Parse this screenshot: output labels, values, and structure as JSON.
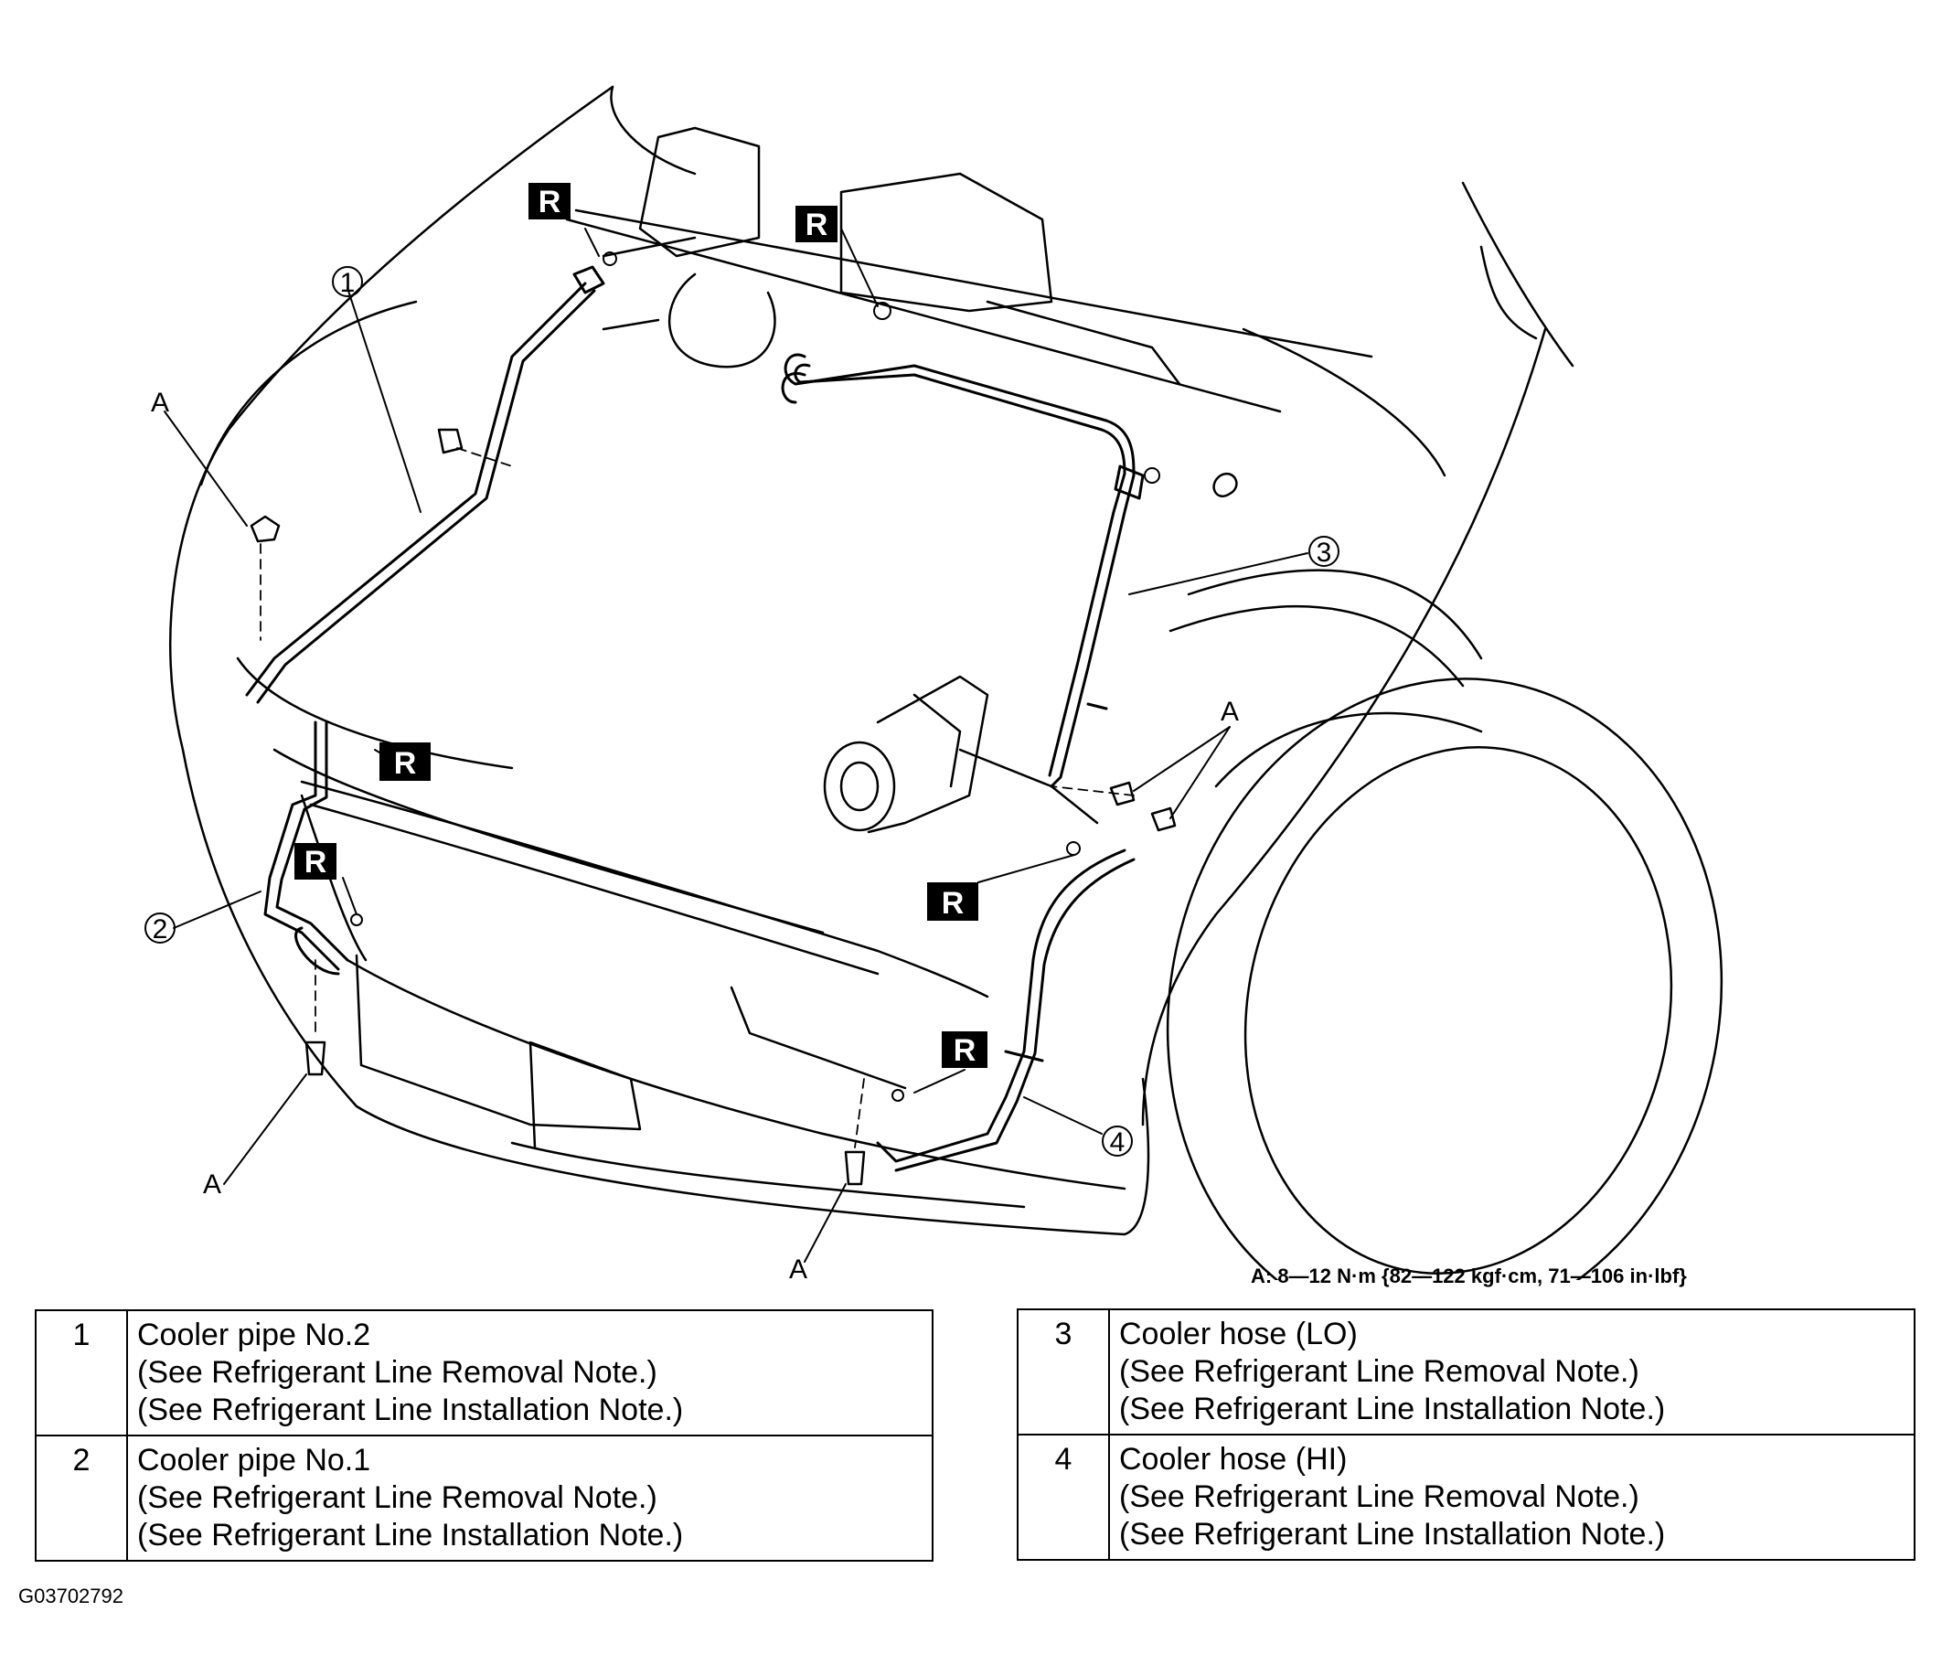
{
  "diagram": {
    "callouts": [
      "1",
      "2",
      "3",
      "4"
    ],
    "fastener_label": "A",
    "replace_mark": "R"
  },
  "torque_note": "A: 8—12 N·m {82—122 kgf·cm, 71—106 in·lbf}",
  "parts_left": [
    {
      "num": "1",
      "name": "Cooler pipe No.2",
      "note1": "(See Refrigerant Line Removal Note.)",
      "note2": "(See Refrigerant Line Installation Note.)"
    },
    {
      "num": "2",
      "name": "Cooler pipe No.1",
      "note1": "(See Refrigerant Line Removal Note.)",
      "note2": "(See Refrigerant Line Installation Note.)"
    }
  ],
  "parts_right": [
    {
      "num": "3",
      "name": "Cooler hose (LO)",
      "note1": "(See  Refrigerant Line Removal Note.)",
      "note2": "(See  Refrigerant Line Installation Note.)"
    },
    {
      "num": "4",
      "name": "Cooler hose (HI)",
      "note1": "(See Refrigerant Line Removal Note.)",
      "note2": "(See Refrigerant Line Installation Note.)"
    }
  ],
  "figure_code": "G03702792"
}
